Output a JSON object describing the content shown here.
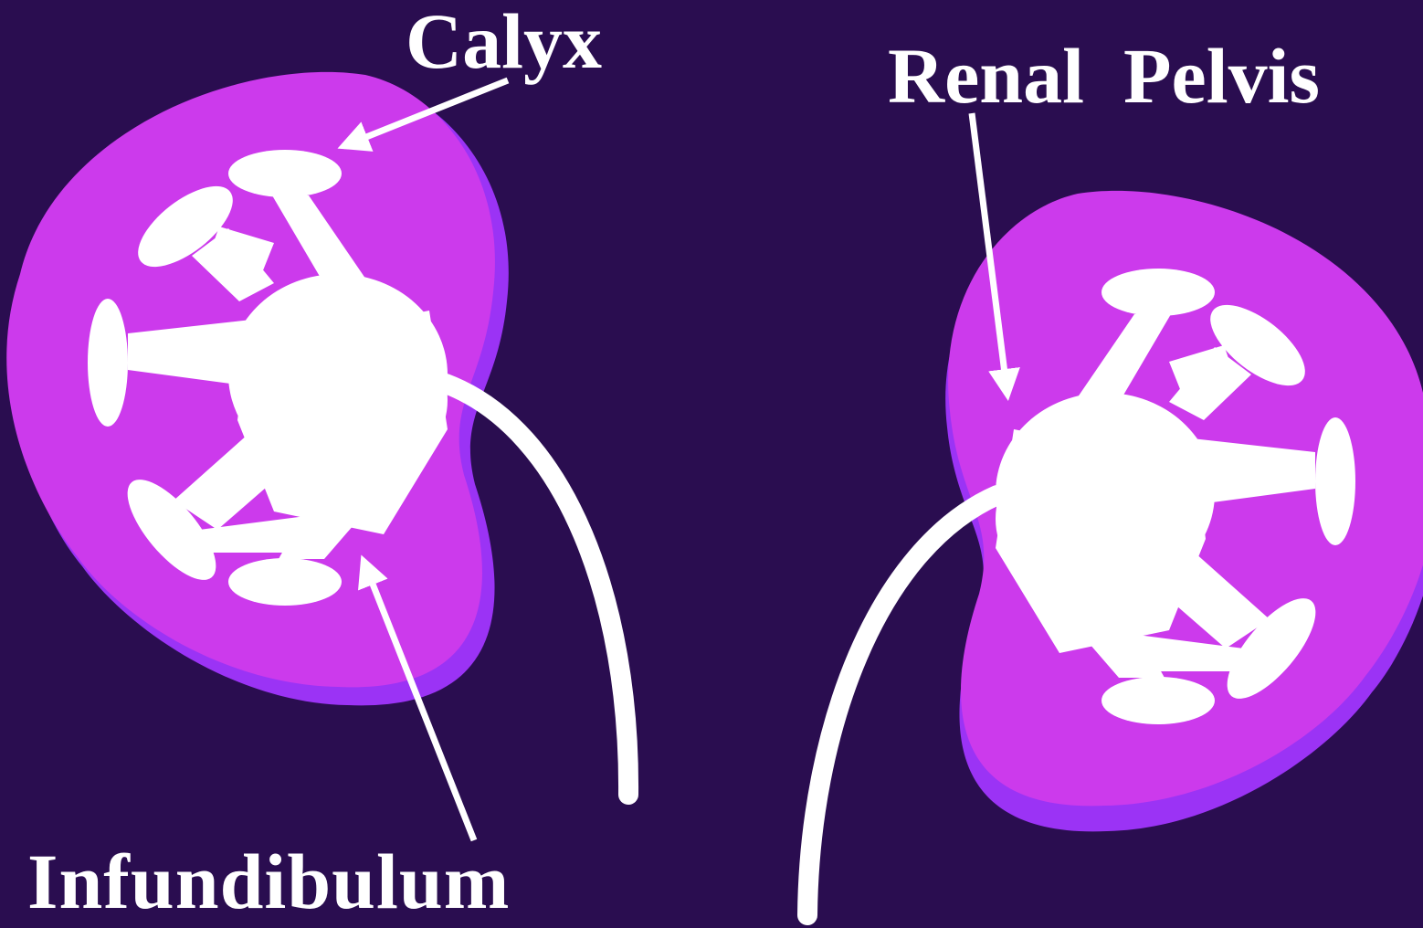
{
  "labels": {
    "calyx": "Calyx",
    "renal_pelvis": "Renal  Pelvis",
    "infundibulum": "Infundibulum"
  },
  "colors": {
    "background": "#2a0d50",
    "kidney_fill": "#cc3aec",
    "kidney_shadow": "#9b33f5",
    "collecting_system": "#ffffff",
    "arrows": "#ffffff",
    "text": "#ffffff"
  }
}
